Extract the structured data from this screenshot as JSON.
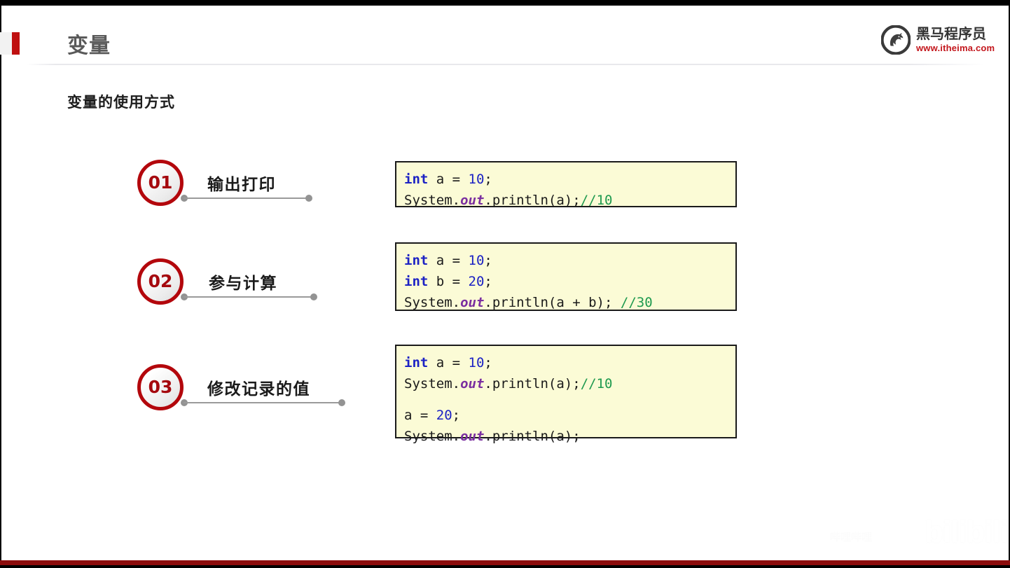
{
  "slide": {
    "title": "变量",
    "section_heading": "变量的使用方式",
    "accent_red": "#bf1010",
    "circle_red": "#b3070c",
    "bottom_bar_color": "#8c0d0d"
  },
  "brand": {
    "name_cn": "黑马程序员",
    "url": "www.itheima.com",
    "mark_name": "horse-head-circle-logo",
    "name_color": "#333333",
    "url_color": "#c3161c"
  },
  "steps": [
    {
      "number": "01",
      "label": "输出打印"
    },
    {
      "number": "02",
      "label": "参与计算"
    },
    {
      "number": "03",
      "label": "修改记录的值"
    }
  ],
  "code_blocks": [
    {
      "id": "code-block-print",
      "lines": [
        [
          {
            "t": "int",
            "c": "kw"
          },
          {
            "t": " a = ",
            "c": "plain"
          },
          {
            "t": "10",
            "c": "num"
          },
          {
            "t": ";",
            "c": "plain"
          }
        ],
        [
          {
            "t": "System.",
            "c": "plain"
          },
          {
            "t": "out",
            "c": "field"
          },
          {
            "t": ".println(a);",
            "c": "plain"
          },
          {
            "t": "//10",
            "c": "comment"
          }
        ]
      ]
    },
    {
      "id": "code-block-calculate",
      "lines": [
        [
          {
            "t": "int",
            "c": "kw"
          },
          {
            "t": " a = ",
            "c": "plain"
          },
          {
            "t": "10",
            "c": "num"
          },
          {
            "t": ";",
            "c": "plain"
          }
        ],
        [
          {
            "t": "int",
            "c": "kw"
          },
          {
            "t": " b = ",
            "c": "plain"
          },
          {
            "t": "20",
            "c": "num"
          },
          {
            "t": ";",
            "c": "plain"
          }
        ],
        [
          {
            "t": "System.",
            "c": "plain"
          },
          {
            "t": "out",
            "c": "field"
          },
          {
            "t": ".println(a + b); ",
            "c": "plain"
          },
          {
            "t": "//30",
            "c": "comment"
          }
        ]
      ]
    },
    {
      "id": "code-block-modify",
      "lines": [
        [
          {
            "t": "int",
            "c": "kw"
          },
          {
            "t": " a = ",
            "c": "plain"
          },
          {
            "t": "10",
            "c": "num"
          },
          {
            "t": ";",
            "c": "plain"
          }
        ],
        [
          {
            "t": "System.",
            "c": "plain"
          },
          {
            "t": "out",
            "c": "field"
          },
          {
            "t": ".println(a);",
            "c": "plain"
          },
          {
            "t": "//10",
            "c": "comment"
          }
        ],
        [
          {
            "t": "a = ",
            "c": "plain"
          },
          {
            "t": "20",
            "c": "num"
          },
          {
            "t": ";",
            "c": "plain"
          }
        ],
        [
          {
            "t": "System.",
            "c": "plain"
          },
          {
            "t": "out",
            "c": "field"
          },
          {
            "t": ".println(a);",
            "c": "plain"
          }
        ]
      ]
    }
  ],
  "watermark": {
    "brand": "bilibili",
    "uid": "哔哩哔哩",
    "icon_name": "bilibili-tv-play-icon"
  }
}
